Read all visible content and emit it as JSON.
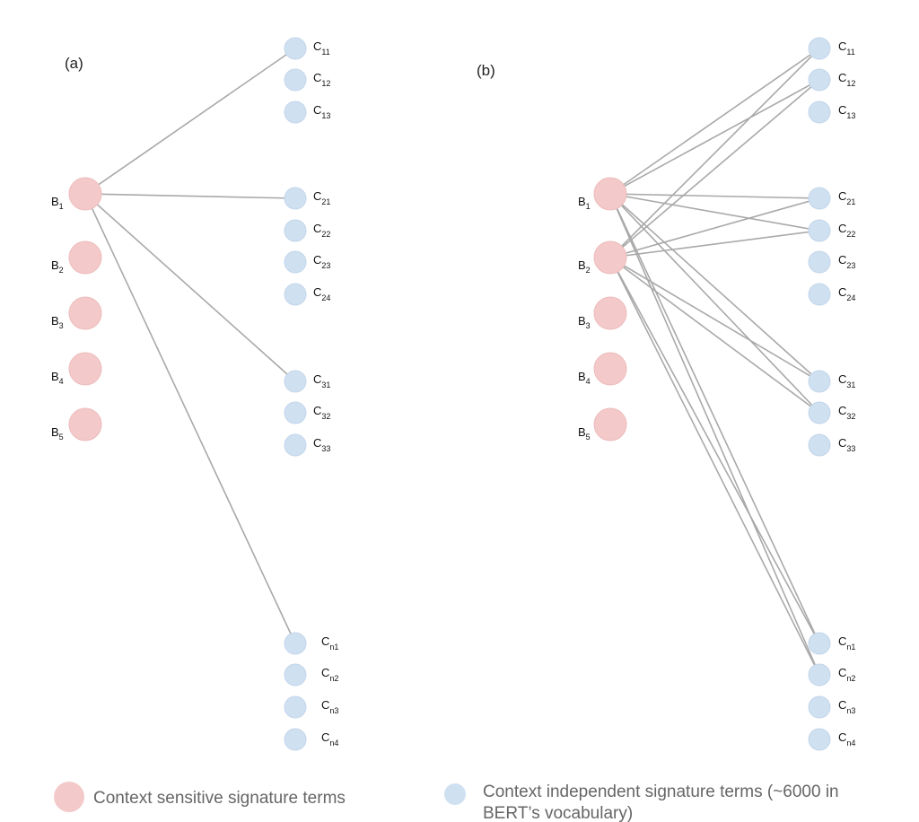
{
  "panels": [
    {
      "id": "a",
      "label": "(a)",
      "left_nodes": [
        {
          "id": "B1",
          "main": "B",
          "sub": "1"
        },
        {
          "id": "B2",
          "main": "B",
          "sub": "2"
        },
        {
          "id": "B3",
          "main": "B",
          "sub": "3"
        },
        {
          "id": "B4",
          "main": "B",
          "sub": "4"
        },
        {
          "id": "B5",
          "main": "B",
          "sub": "5"
        }
      ],
      "right_nodes": [
        {
          "id": "C11",
          "main": "C",
          "sub": "11"
        },
        {
          "id": "C12",
          "main": "C",
          "sub": "12"
        },
        {
          "id": "C13",
          "main": "C",
          "sub": "13"
        },
        {
          "id": "C21",
          "main": "C",
          "sub": "21"
        },
        {
          "id": "C22",
          "main": "C",
          "sub": "22"
        },
        {
          "id": "C23",
          "main": "C",
          "sub": "23"
        },
        {
          "id": "C24",
          "main": "C",
          "sub": "24"
        },
        {
          "id": "C31",
          "main": "C",
          "sub": "31"
        },
        {
          "id": "C32",
          "main": "C",
          "sub": "32"
        },
        {
          "id": "C33",
          "main": "C",
          "sub": "33"
        },
        {
          "id": "Cn1",
          "main": "C",
          "sub": "n1"
        },
        {
          "id": "Cn2",
          "main": "C",
          "sub": "n2"
        },
        {
          "id": "Cn3",
          "main": "C",
          "sub": "n3"
        },
        {
          "id": "Cn4",
          "main": "C",
          "sub": "n4"
        }
      ],
      "edges": [
        [
          "B1",
          "C11"
        ],
        [
          "B1",
          "C21"
        ],
        [
          "B1",
          "C31"
        ],
        [
          "B1",
          "Cn1"
        ]
      ]
    },
    {
      "id": "b",
      "label": "(b)",
      "left_nodes": [
        {
          "id": "B1",
          "main": "B",
          "sub": "1"
        },
        {
          "id": "B2",
          "main": "B",
          "sub": "2"
        },
        {
          "id": "B3",
          "main": "B",
          "sub": "3"
        },
        {
          "id": "B4",
          "main": "B",
          "sub": "4"
        },
        {
          "id": "B5",
          "main": "B",
          "sub": "5"
        }
      ],
      "right_nodes": [
        {
          "id": "C11",
          "main": "C",
          "sub": "11"
        },
        {
          "id": "C12",
          "main": "C",
          "sub": "12"
        },
        {
          "id": "C13",
          "main": "C",
          "sub": "13"
        },
        {
          "id": "C21",
          "main": "C",
          "sub": "21"
        },
        {
          "id": "C22",
          "main": "C",
          "sub": "22"
        },
        {
          "id": "C23",
          "main": "C",
          "sub": "23"
        },
        {
          "id": "C24",
          "main": "C",
          "sub": "24"
        },
        {
          "id": "C31",
          "main": "C",
          "sub": "31"
        },
        {
          "id": "C32",
          "main": "C",
          "sub": "32"
        },
        {
          "id": "C33",
          "main": "C",
          "sub": "33"
        },
        {
          "id": "Cn1",
          "main": "C",
          "sub": "n1"
        },
        {
          "id": "Cn2",
          "main": "C",
          "sub": "n2"
        },
        {
          "id": "Cn3",
          "main": "C",
          "sub": "n3"
        },
        {
          "id": "Cn4",
          "main": "C",
          "sub": "n4"
        }
      ],
      "edges": [
        [
          "B1",
          "C11"
        ],
        [
          "B1",
          "C12"
        ],
        [
          "B1",
          "C21"
        ],
        [
          "B1",
          "C22"
        ],
        [
          "B1",
          "C31"
        ],
        [
          "B1",
          "C32"
        ],
        [
          "B1",
          "Cn1"
        ],
        [
          "B1",
          "Cn2"
        ],
        [
          "B2",
          "C11"
        ],
        [
          "B2",
          "C12"
        ],
        [
          "B2",
          "C21"
        ],
        [
          "B2",
          "C22"
        ],
        [
          "B2",
          "C31"
        ],
        [
          "B2",
          "C32"
        ],
        [
          "B2",
          "Cn1"
        ],
        [
          "B2",
          "Cn2"
        ]
      ]
    }
  ],
  "legend": {
    "sensitive": {
      "text": "Context sensitive signature terms",
      "color": "#f4c9c9"
    },
    "independent": {
      "text_line1": "Context independent signature terms (~6000 in",
      "text_line2": "BERT’s vocabulary)",
      "color": "#cfe0f1"
    }
  },
  "colors": {
    "left_node": "#f4c9c9",
    "left_node_stroke": "#edbcbc",
    "right_node": "#cfe0f1",
    "right_node_stroke": "#c3d6ea",
    "edge": "#a9a9a9"
  }
}
